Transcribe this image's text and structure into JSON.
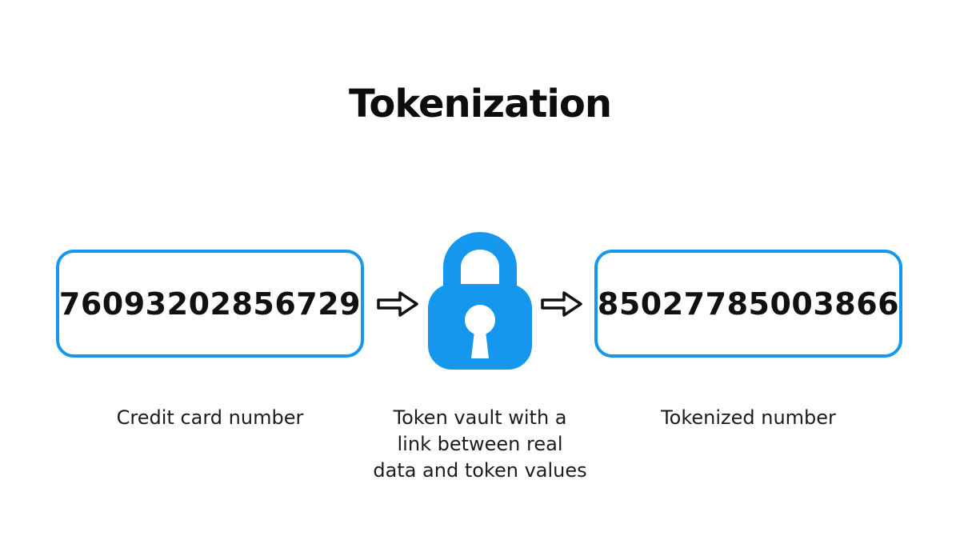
{
  "title": "Tokenization",
  "colors": {
    "accent_blue": "#1497EC",
    "text_dark": "#1C1C1C",
    "black": "#0D0D0D",
    "background": "#FFFFFF"
  },
  "flow": {
    "source": {
      "value": "76093202856729",
      "caption": "Credit card number"
    },
    "arrow_icon": "arrow-right-outline",
    "vault": {
      "icon": "lock",
      "caption": "Token vault with a link between real data and token values",
      "caption_lines": [
        "Token vault with a",
        "link between real",
        "data and token values"
      ]
    },
    "result": {
      "value": "85027785003866",
      "caption": "Tokenized number"
    }
  }
}
